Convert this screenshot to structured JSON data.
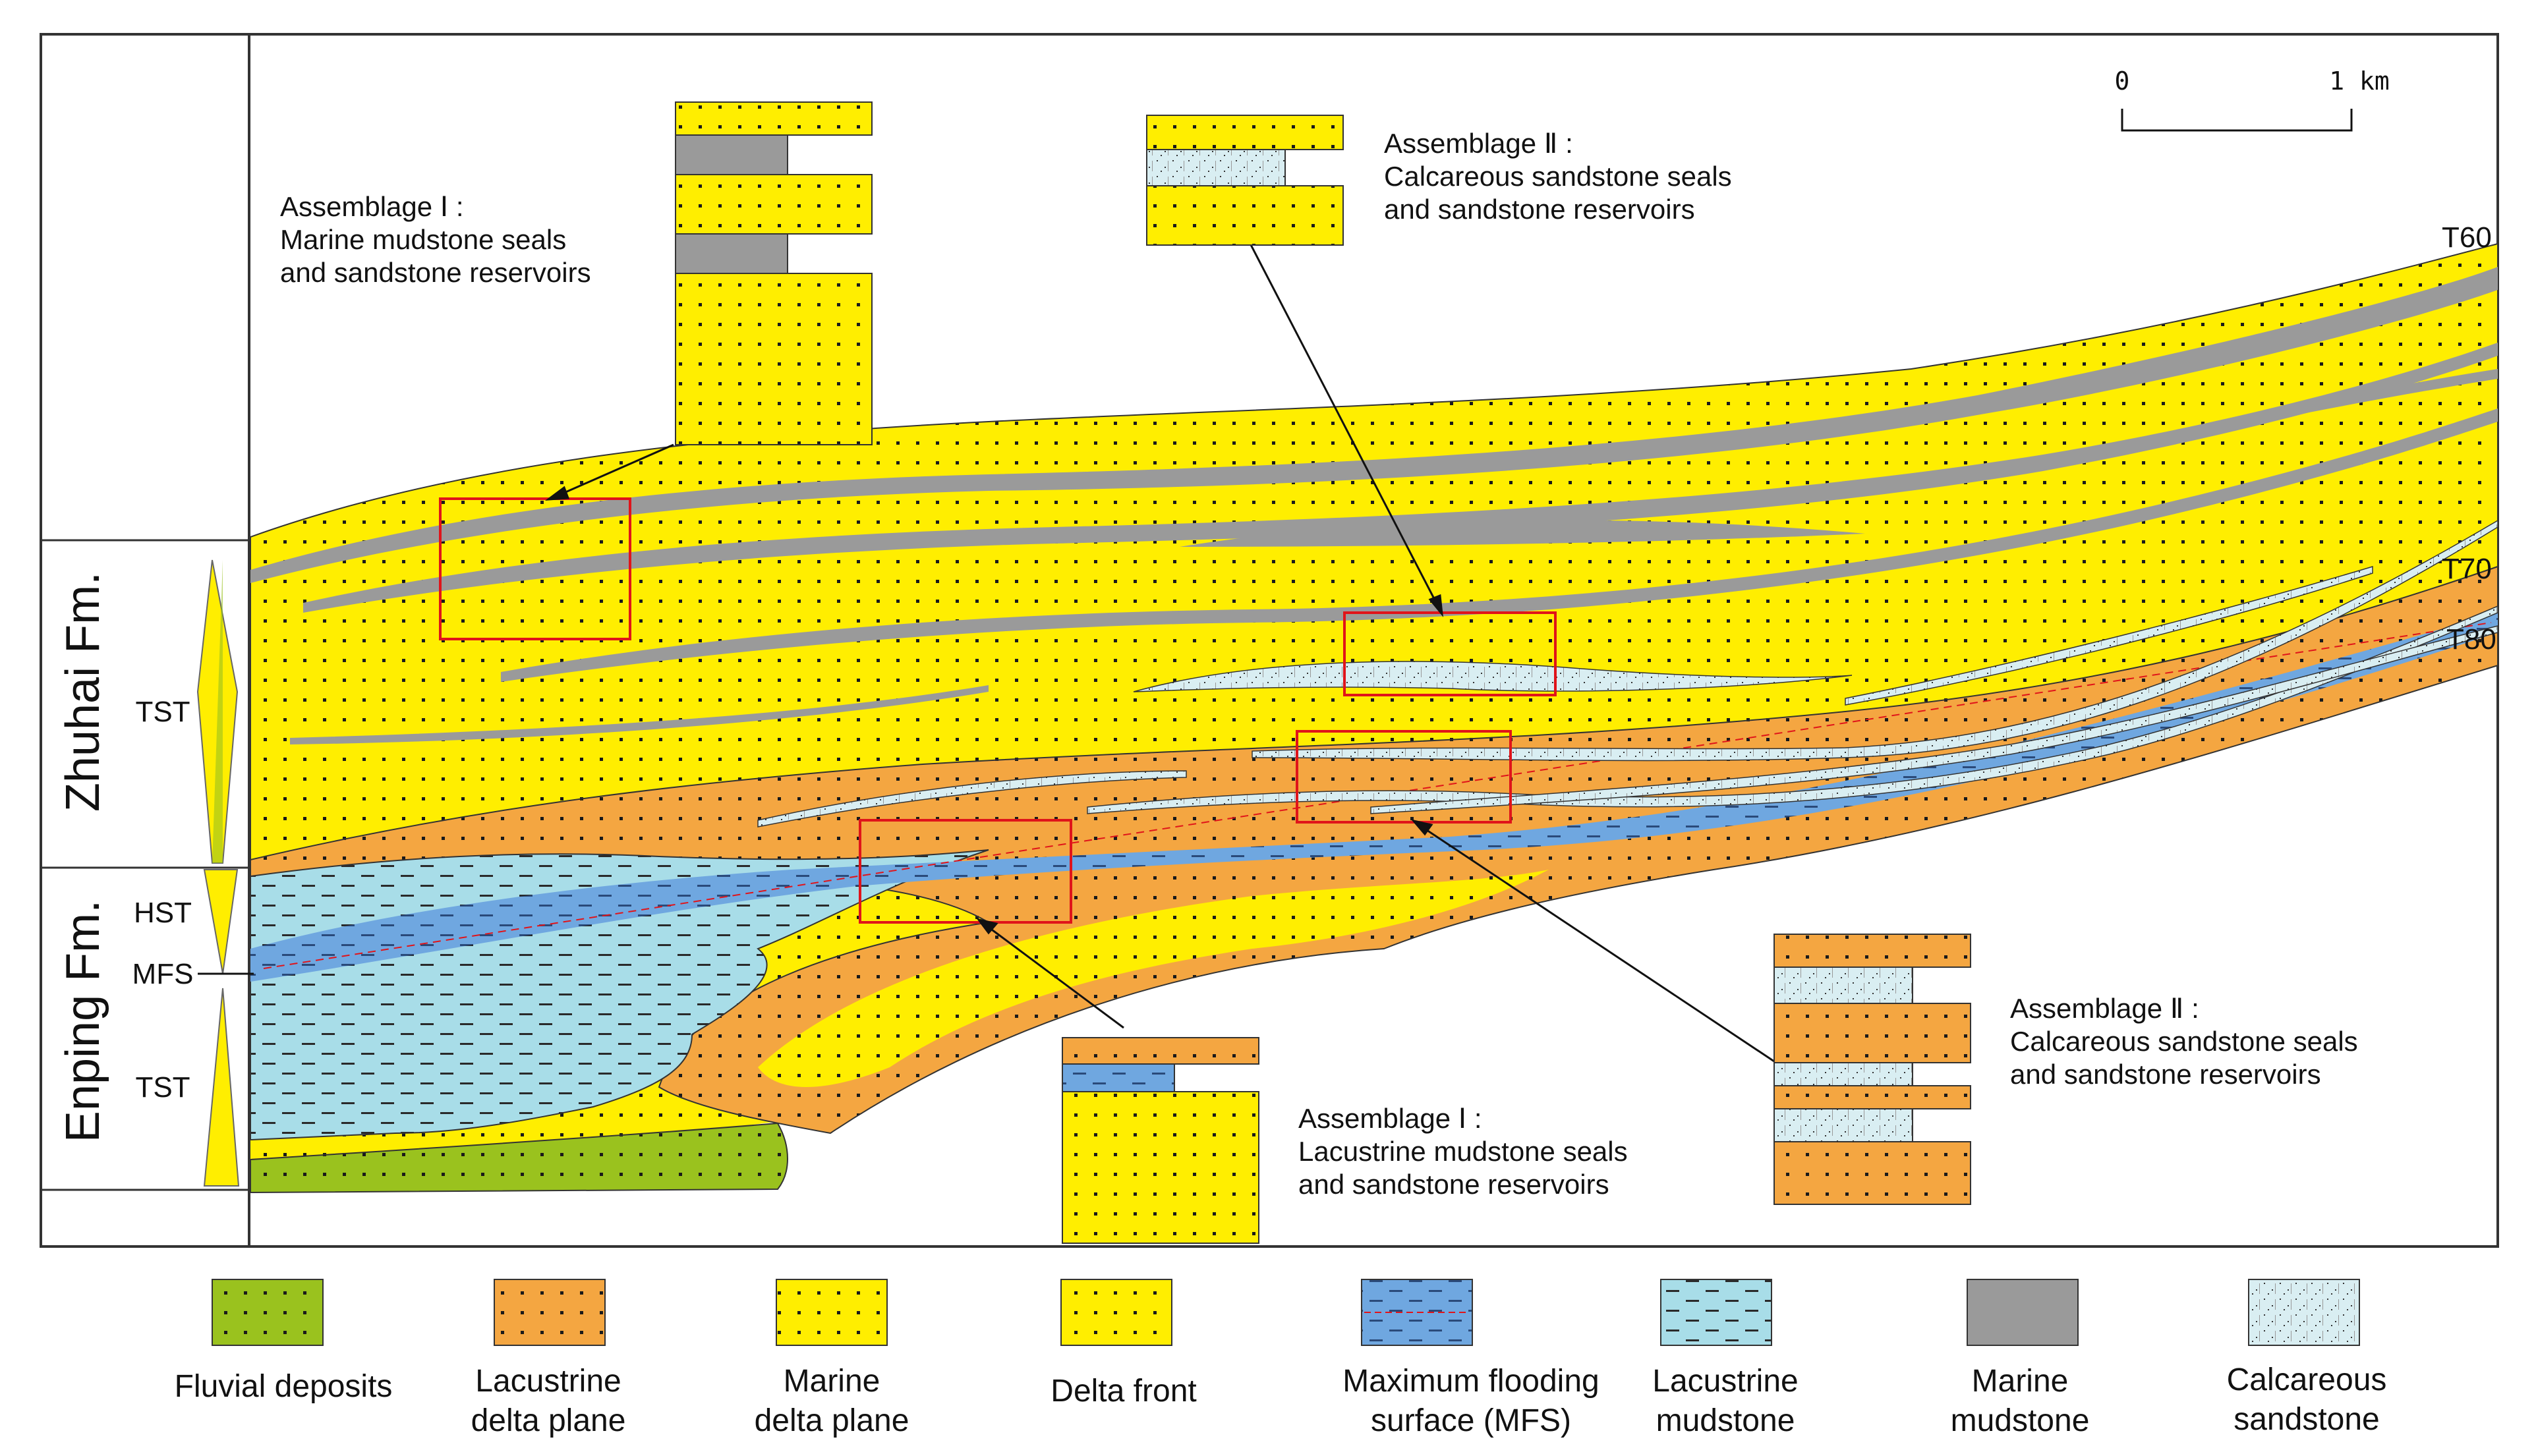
{
  "colors": {
    "fluvial": "#9ac21e",
    "lacustrine_delta_plane": "#f4a641",
    "marine_delta_plane": "#ffee00",
    "delta_front": "#ffee00",
    "mfs": "#6fa7e0",
    "lacustrine_mudstone": "#a8dde8",
    "marine_mudstone": "#9a9a9a",
    "calcareous_sandstone": "#d9eef2",
    "box_outline": "#e0141a"
  },
  "formations": {
    "zhuhai": "Zhuhai Fm.",
    "enping": "Enping Fm."
  },
  "systems_tracts": {
    "zhuhai_tst": "TST",
    "enping_hst": "HST",
    "enping_mfs": "MFS",
    "enping_tst": "TST"
  },
  "horizons": [
    "T60",
    "T70",
    "T80"
  ],
  "scale_bar": {
    "start": "0",
    "end": "1 km"
  },
  "assemblages": {
    "a1_marine": {
      "title": "Assemblage Ⅰ :",
      "line1": "Marine mudstone seals",
      "line2": "and sandstone reservoirs"
    },
    "a2_top": {
      "title": "Assemblage Ⅱ :",
      "line1": "Calcareous sandstone seals",
      "line2": "and sandstone reservoirs"
    },
    "a2_right": {
      "title": "Assemblage Ⅱ :",
      "line1": "Calcareous sandstone seals",
      "line2": "and sandstone reservoirs"
    },
    "a1_lacustrine": {
      "title": "Assemblage Ⅰ :",
      "line1": "Lacustrine mudstone seals",
      "line2": "and sandstone reservoirs"
    }
  },
  "legend": [
    {
      "key": "fluvial",
      "line1": "Fluvial deposits",
      "line2": ""
    },
    {
      "key": "lacustrine_delta_plane",
      "line1": "Lacustrine",
      "line2": "delta plane"
    },
    {
      "key": "marine_delta_plane",
      "line1": "Marine",
      "line2": "delta plane"
    },
    {
      "key": "delta_front",
      "line1": "Delta front",
      "line2": ""
    },
    {
      "key": "mfs",
      "line1": "Maximum flooding",
      "line2": "surface (MFS)"
    },
    {
      "key": "lacustrine_mudstone",
      "line1": "Lacustrine",
      "line2": "mudstone"
    },
    {
      "key": "marine_mudstone",
      "line1": "Marine",
      "line2": "mudstone"
    },
    {
      "key": "calcareous_sandstone",
      "line1": "Calcareous",
      "line2": "sandstone"
    }
  ]
}
